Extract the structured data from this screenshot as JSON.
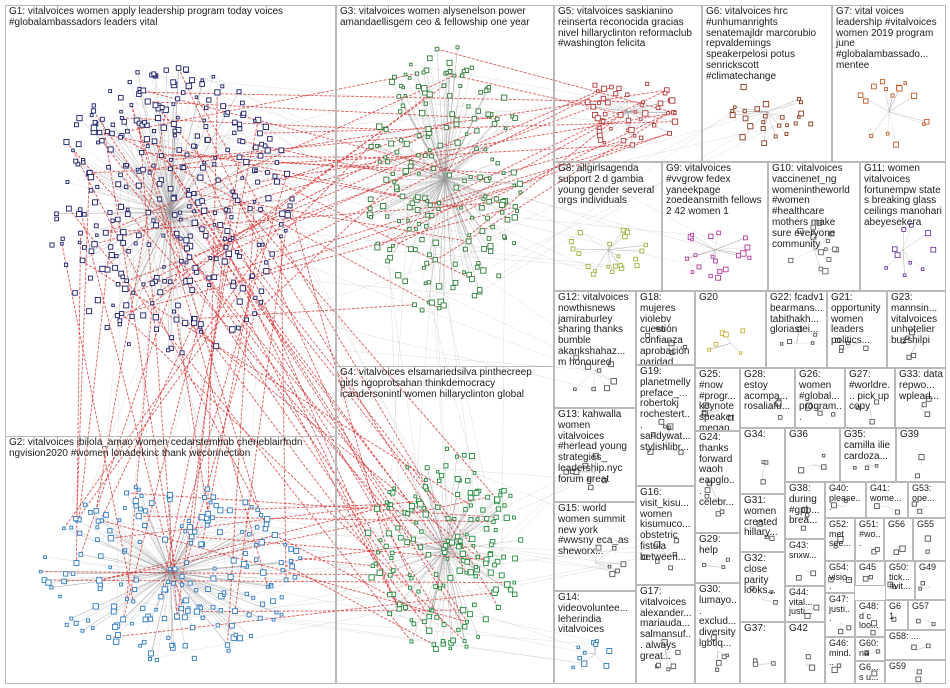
{
  "graph": {
    "groups": [
      {
        "id": "G1",
        "label": "G1: vitalvoices women apply leadership program today voices #globalambassadors leaders vital",
        "color": "#1a1f6b"
      },
      {
        "id": "G2",
        "label": "G2: vitalvoices ibilola_amao women cedarstemhub cherieblairfndn ngvision2020 #women lonadekinc thank weconnection",
        "color": "#2e7bc4"
      },
      {
        "id": "G3",
        "label": "G3: vitalvoices women alysenelson power amandaellisgem ceo & fellowship one year",
        "color": "#2f7d3a"
      },
      {
        "id": "G4",
        "label": "G4: vitalvoices elsamariedsilva pinthecreep girls ngoprotsahan thinkdemocracy icandersonintl women hillaryclinton global",
        "color": "#1f8a3c"
      },
      {
        "id": "G5",
        "label": "G5: vitalvoices saskianino reinserta reconocida gracias nivel hillaryclinton reformaclub #washington felicita",
        "color": "#b23a3a"
      },
      {
        "id": "G6",
        "label": "G6: vitalvoices hrc #unhumanrights senatemajldr marcorubio repvaldemings speakerpelosi potus senrickscott #climatechange",
        "color": "#8b3a1f"
      },
      {
        "id": "G7",
        "label": "G7: vital voices leadership #vitalvoices women 2019 program june #globalambassado... mentee",
        "color": "#c45a2a"
      },
      {
        "id": "G8",
        "label": "G8: allgirlsagenda support 2 d gambia young gender several orgs individuals",
        "color": "#9ab53a"
      },
      {
        "id": "G9",
        "label": "G9: vitalvoices #vvgrow fedex yaneekpage zoedeansmith fellows 2 42 women 1",
        "color": "#b73aa0"
      },
      {
        "id": "G10",
        "label": "G10: vitalvoices vaccinenet_ng womenintheworld #women #healthcare mothers make sure everyone community",
        "color": "#6a6a6a"
      },
      {
        "id": "G11",
        "label": "G11: women vitalvoices fortunempw state s breaking glass ceilings manohari abeyesekera",
        "color": "#6e3aa0"
      },
      {
        "id": "G12",
        "label": "G12: vitalvoices nowthisnews jamiraburley sharing thanks bumble akankshahaz... m honoured",
        "color": "#555555"
      },
      {
        "id": "G13",
        "label": "G13: kahwalla women vitalvoices #herlead young strategies_ leadership.nyc forum great",
        "color": "#555555"
      },
      {
        "id": "G14",
        "label": "G14: videovoluntee... leherindia vitalvoices",
        "color": "#2a7ab8"
      },
      {
        "id": "G15",
        "label": "G15: world women summit new york #wwsny eca_as sheworx...",
        "color": "#555555"
      },
      {
        "id": "G16",
        "label": "G16: visit_kisu... women kisumuco... obstetric fistula between...",
        "color": "#555555"
      },
      {
        "id": "G17",
        "label": "G17: vitalvoices alexander... mariauda... salmansuf... always great...",
        "color": "#555555"
      },
      {
        "id": "G18",
        "label": "G18: mujeres violebv cuestión confianza aprobación paridad...",
        "color": "#555555"
      },
      {
        "id": "G19",
        "label": "G19: planetmelly preface_... robertokj rochestert... sandywat... stylishlibr...",
        "color": "#555555"
      },
      {
        "id": "G20",
        "label": "G20",
        "color": "#c8b23a"
      },
      {
        "id": "G21",
        "label": "G21: opportunity women leaders politics...",
        "color": "#555555"
      },
      {
        "id": "G22",
        "label": "G22: fcadv1 bearmans... tabithakh... gloriastei...",
        "color": "#555555"
      },
      {
        "id": "G23",
        "label": "G23: mannsin... vitalvoices unhotelier buzshilpi",
        "color": "#555555"
      },
      {
        "id": "G24",
        "label": "G24: thanks forward waoh eapglo... celebr...",
        "color": "#555555"
      },
      {
        "id": "G25",
        "label": "G25: #now #progr... keynote speaker megan...",
        "color": "#555555"
      },
      {
        "id": "G26",
        "label": "G26: women #global... program...",
        "color": "#555555"
      },
      {
        "id": "G27",
        "label": "G27: #worldre... pick up copy",
        "color": "#555555"
      },
      {
        "id": "G28",
        "label": "G28: estoy acompa... rosaliafu...",
        "color": "#555555"
      },
      {
        "id": "G29",
        "label": "G29: help",
        "color": "#555555"
      },
      {
        "id": "G30",
        "label": "G30: lumayo... exclud... diversity lgbtiq...",
        "color": "#555555"
      },
      {
        "id": "G31",
        "label": "G31: women created hillary...",
        "color": "#555555"
      },
      {
        "id": "G32",
        "label": "G32: close parity looks...",
        "color": "#555555"
      },
      {
        "id": "G33",
        "label": "G33: data repwo... wplead...",
        "color": "#555555"
      },
      {
        "id": "G34",
        "label": "G34:",
        "color": "#555555"
      },
      {
        "id": "G35",
        "label": "G35: camilla ilie cardoza...",
        "color": "#555555"
      },
      {
        "id": "G36",
        "label": "G36",
        "color": "#555555"
      },
      {
        "id": "G37",
        "label": "G37:",
        "color": "#555555"
      },
      {
        "id": "G38",
        "label": "G38: during #gpb... brea...",
        "color": "#555555"
      },
      {
        "id": "G39",
        "label": "G39",
        "color": "#555555"
      },
      {
        "id": "G40",
        "label": "G40: please...",
        "color": "#555555"
      },
      {
        "id": "G41",
        "label": "G41: wome...",
        "color": "#555555"
      },
      {
        "id": "G42",
        "label": "G42",
        "color": "#555555"
      },
      {
        "id": "G43",
        "label": "G43: snxw...",
        "color": "#555555"
      },
      {
        "id": "G44",
        "label": "G44: vital... justi...",
        "color": "#555555"
      },
      {
        "id": "G45",
        "label": "G45",
        "color": "#555555"
      },
      {
        "id": "G46",
        "label": "G46: mind...",
        "color": "#555555"
      },
      {
        "id": "G47",
        "label": "G47: justi...",
        "color": "#555555"
      },
      {
        "id": "G48",
        "label": "G48: d c loo...",
        "color": "#555555"
      },
      {
        "id": "G49",
        "label": "G49",
        "color": "#555555"
      },
      {
        "id": "G50",
        "label": "G50: tick... #vit...",
        "color": "#555555"
      },
      {
        "id": "G51",
        "label": "G51: #wo...",
        "color": "#555555"
      },
      {
        "id": "G52",
        "label": "G52: met see...",
        "color": "#555555"
      },
      {
        "id": "G53",
        "label": "G53: ope...",
        "color": "#555555"
      },
      {
        "id": "G54",
        "label": "G54: visio...",
        "color": "#555555"
      },
      {
        "id": "G55",
        "label": "G55",
        "color": "#555555"
      },
      {
        "id": "G56",
        "label": "G56",
        "color": "#555555"
      },
      {
        "id": "G57",
        "label": "G57",
        "color": "#555555"
      },
      {
        "id": "G58",
        "label": "G58: ...",
        "color": "#555555"
      },
      {
        "id": "G59",
        "label": "G59",
        "color": "#555555"
      },
      {
        "id": "G60",
        "label": "G60: na",
        "color": "#555555"
      },
      {
        "id": "G61",
        "label": "G61",
        "color": "#555555"
      },
      {
        "id": "G6x",
        "label": "G6... s u...",
        "color": "#555555"
      }
    ],
    "colors": {
      "edge": "#9a9a9a",
      "edge_highlight": "#d62020",
      "border": "#b9b9b9"
    }
  }
}
